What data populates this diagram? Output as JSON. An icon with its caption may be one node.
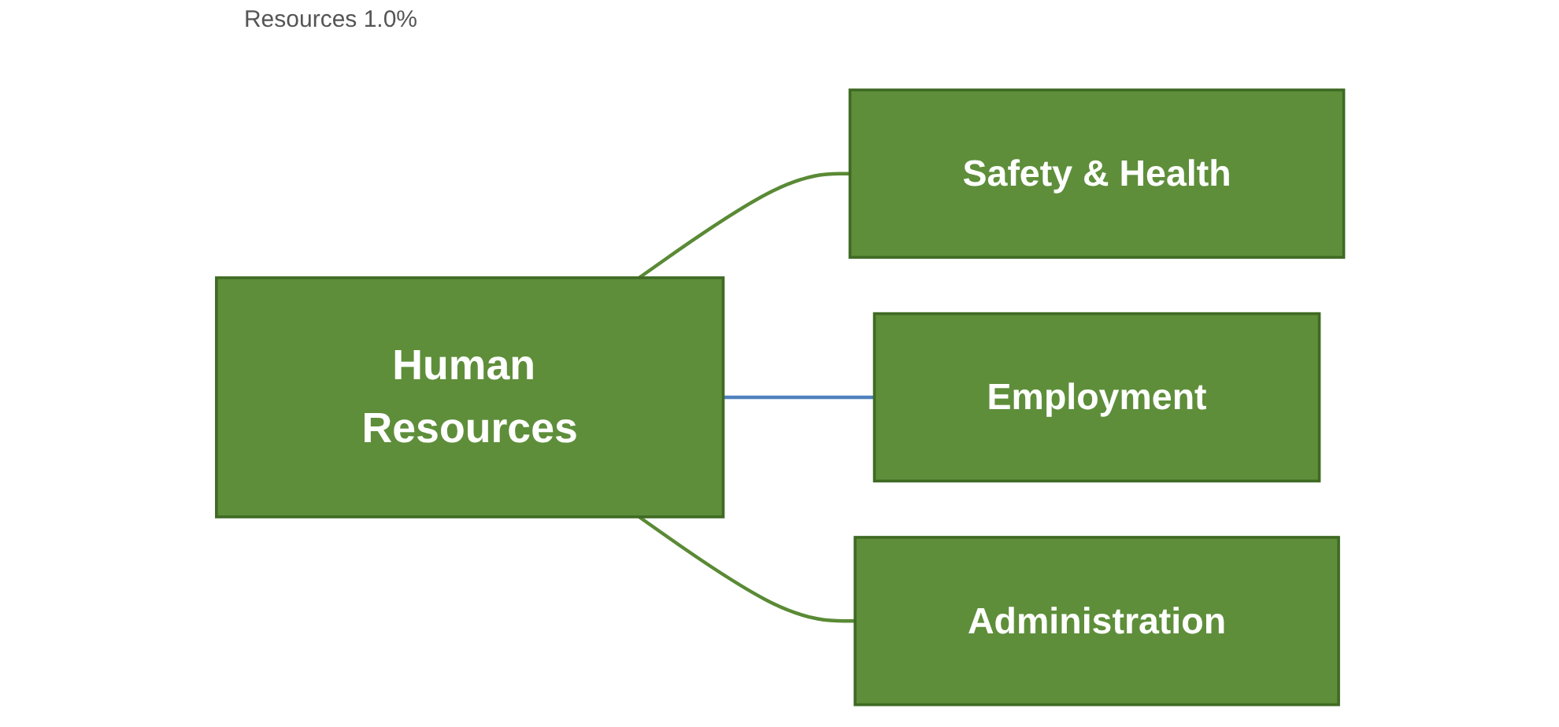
{
  "diagram": {
    "nodes": [
      {
        "text": [
          "Human Resources"
        ]
      },
      {
        "text": [
          "Safety & Health"
        ]
      },
      {
        "text": [
          "Employment"
        ]
      },
      {
        "text": [
          "Administration"
        ]
      }
    ],
    "edges": [
      {
        "from": 0,
        "to": 1,
        "arrow": "none"
      },
      {
        "from": 0,
        "to": 2,
        "arrow": "none",
        "color": "#4f81bd"
      },
      {
        "from": 0,
        "to": 3,
        "arrow": "none"
      }
    ],
    "labels": [
      "Resources 1.0%"
    ]
  }
}
